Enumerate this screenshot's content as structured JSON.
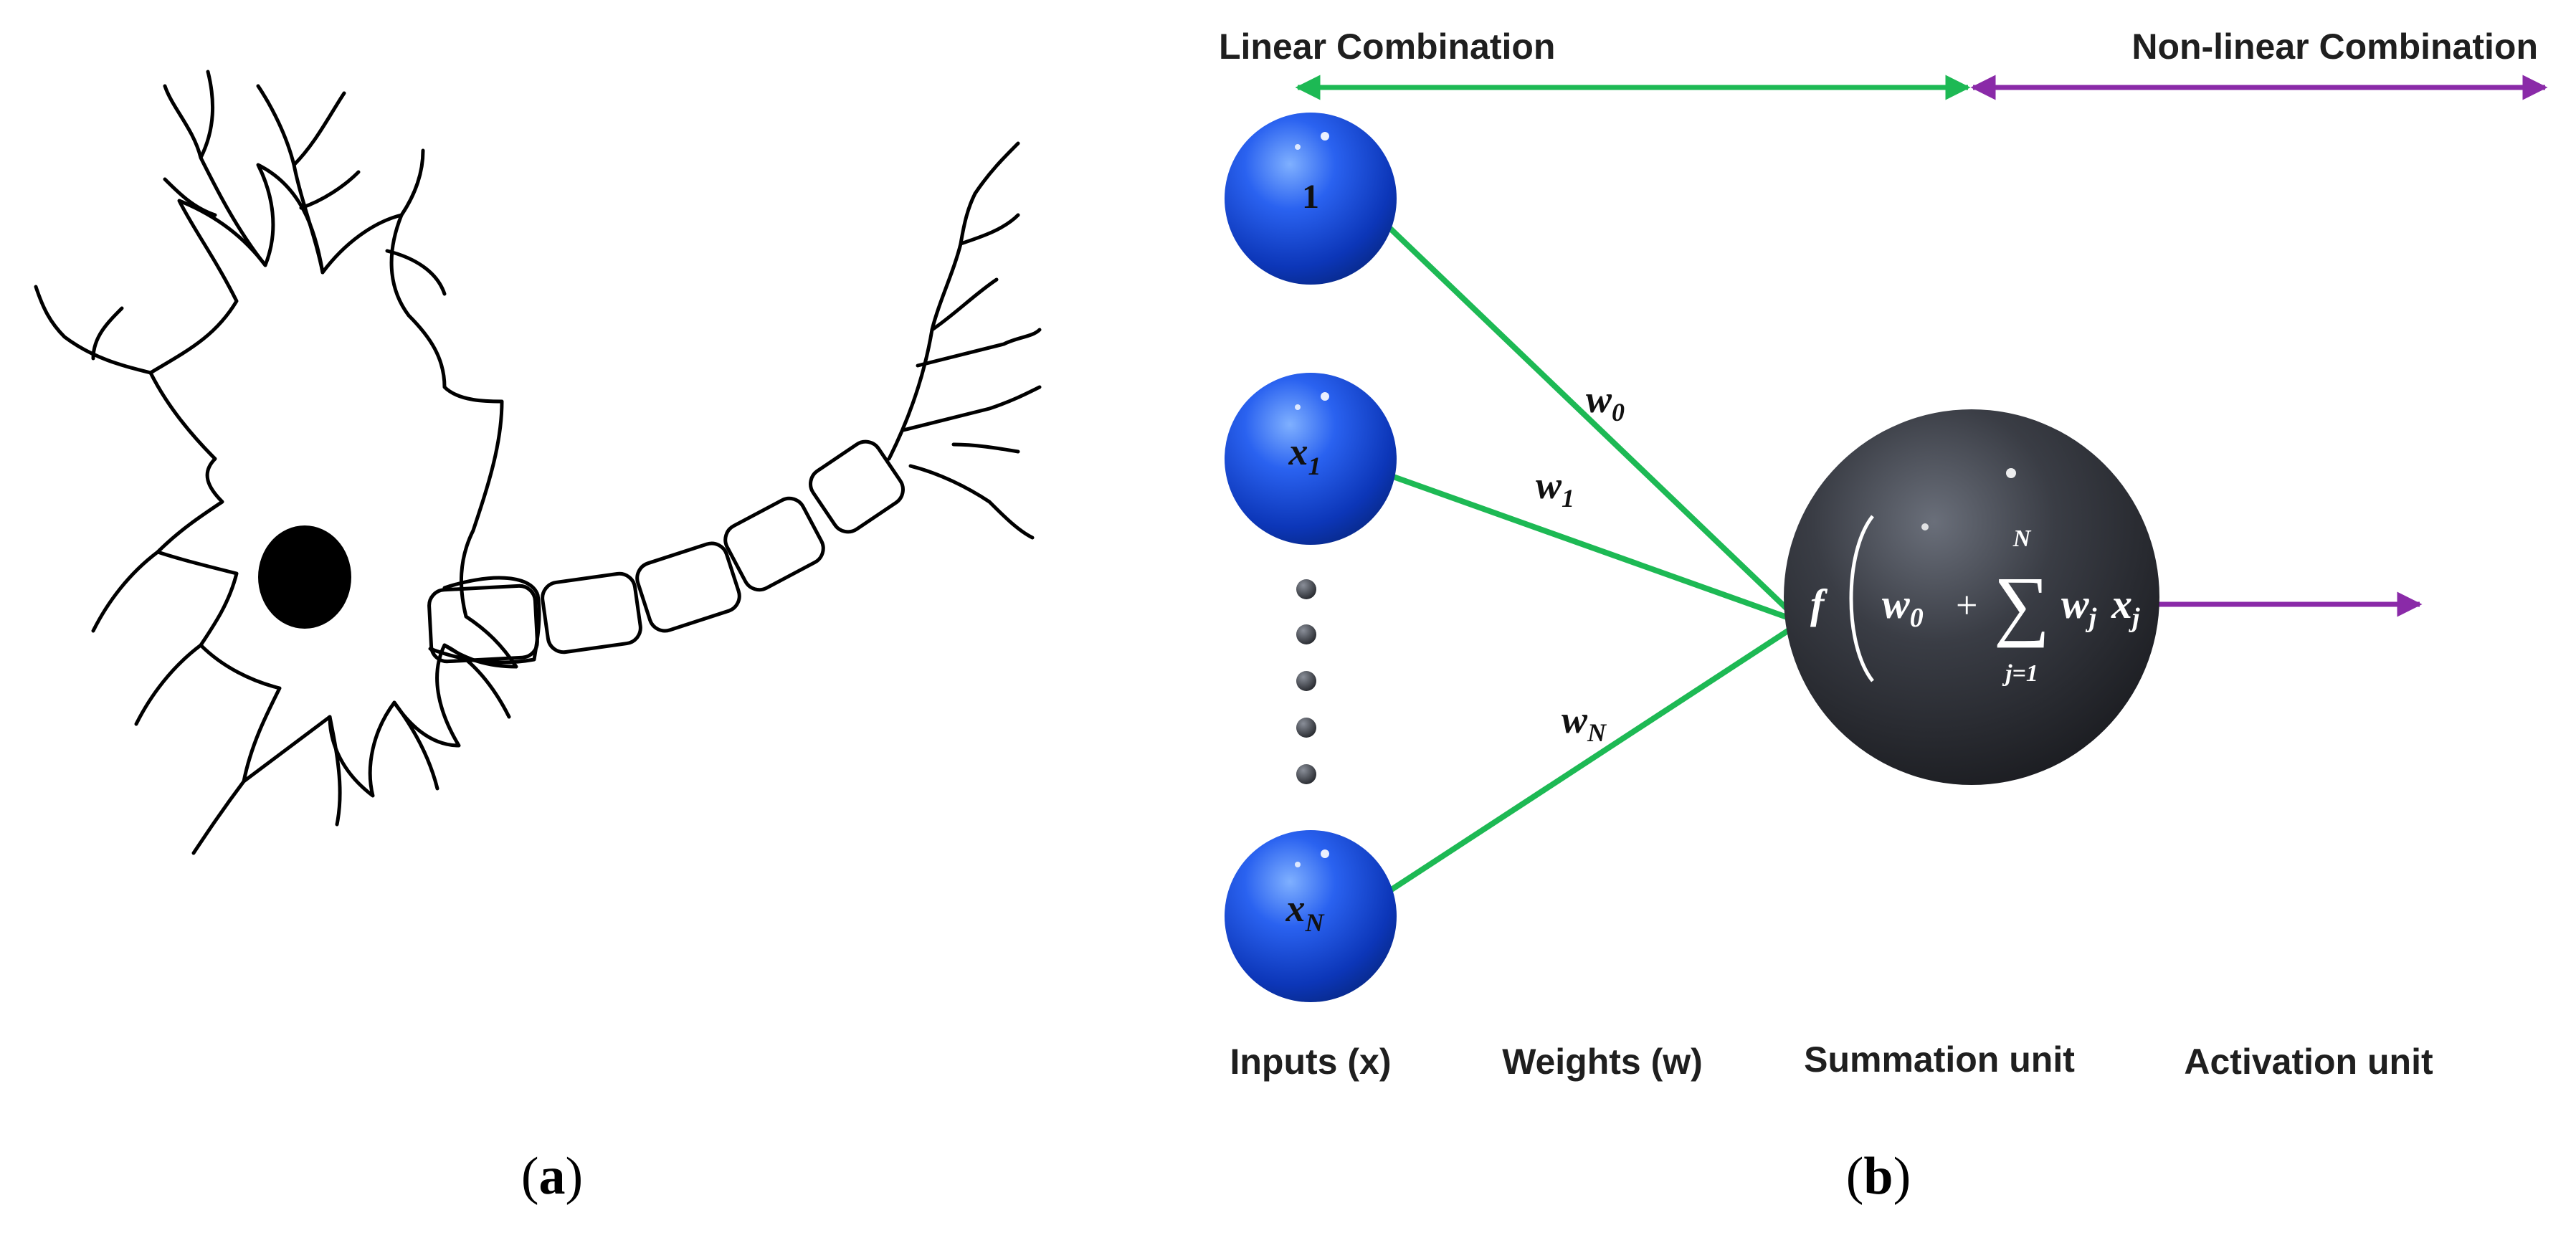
{
  "panel_a": {
    "caption_open": "(",
    "caption_letter": "a",
    "caption_close": ")"
  },
  "panel_b": {
    "caption_open": "(",
    "caption_letter": "b",
    "caption_close": ")",
    "top_labels": {
      "linear": "Linear Combination",
      "nonlinear": "Non-linear Combination"
    },
    "inputs": {
      "bias": "1",
      "x1_base": "x",
      "x1_sub": "1",
      "xn_base": "x",
      "xn_sub": "N"
    },
    "weights": {
      "w0_base": "w",
      "w0_sub": "0",
      "w1_base": "w",
      "w1_sub": "1",
      "wn_base": "w",
      "wn_sub": "N"
    },
    "formula": {
      "f": "f",
      "w0_base": "w",
      "w0_sub": "0",
      "plus": "+",
      "sigma": "∑",
      "upper": "N",
      "lower": "j=1",
      "wj_base": "w",
      "wj_sub": "j",
      "xj_base": "x",
      "xj_sub": "j"
    },
    "bottom_labels": {
      "inputs": "Inputs (x)",
      "weights": "Weights (w)",
      "summation": "Summation unit",
      "activation": "Activation unit"
    },
    "colors": {
      "linear_arrow": "#1db954",
      "nonlinear_arrow": "#8a2aa8",
      "input_node": "#1a4fe0",
      "summation_node": "#2b2d33"
    }
  }
}
